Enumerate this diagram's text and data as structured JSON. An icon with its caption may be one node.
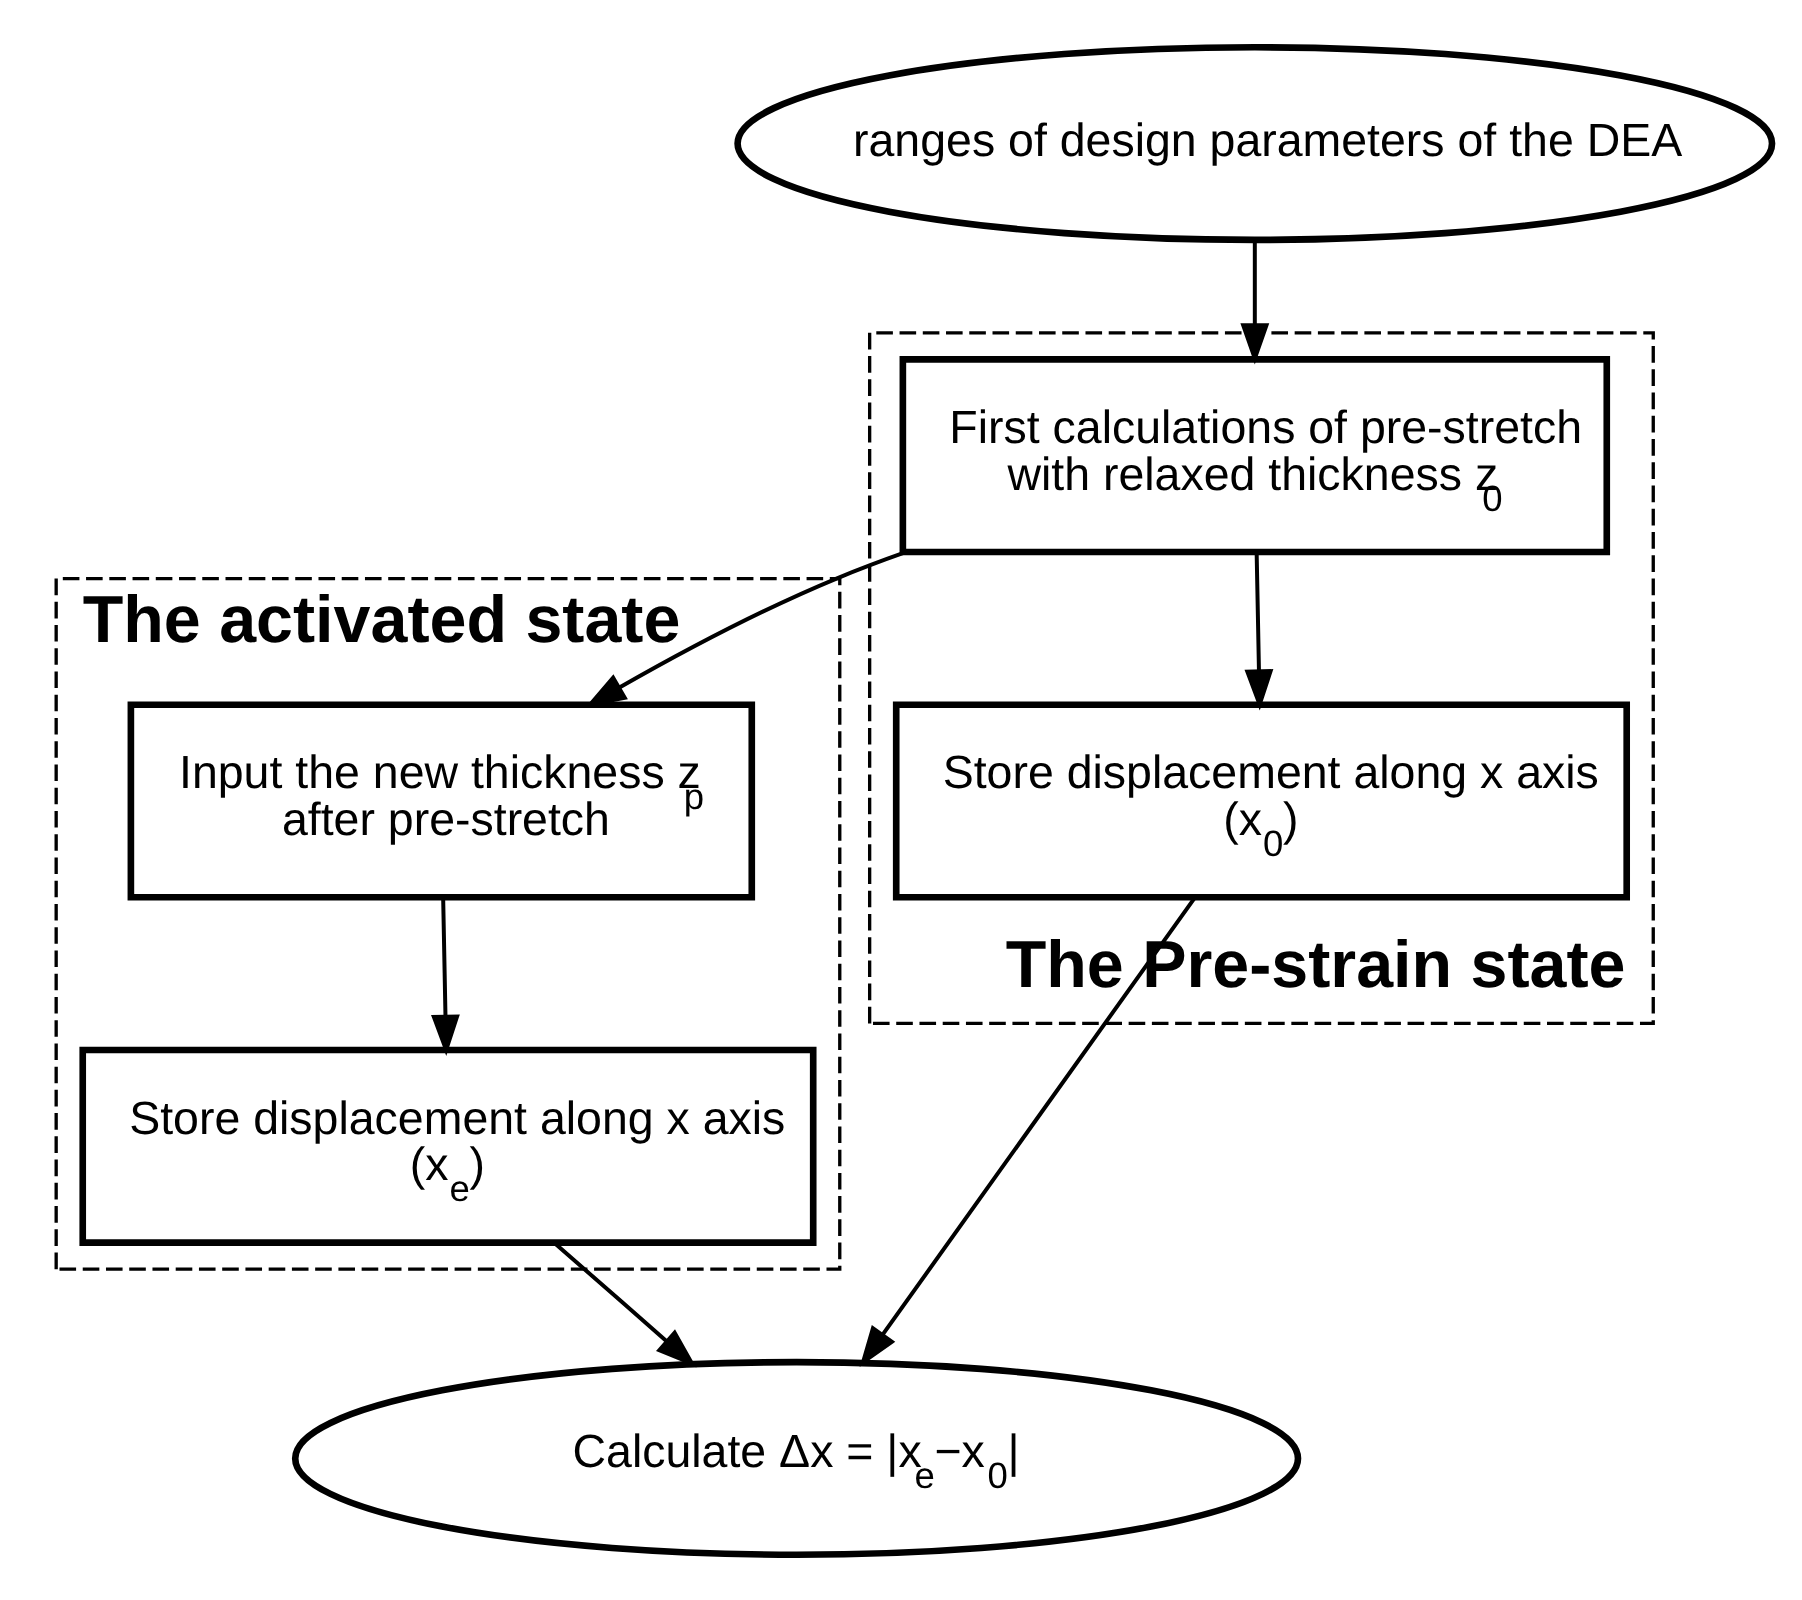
{
  "diagram": {
    "nodes": [
      {
        "text": [
          "ranges of design parameters of the DEA"
        ]
      },
      {
        "text": [
          "The Pre-strain state"
        ]
      },
      {
        "text": [
          "First calculations of pre-stretch with relaxed thickness z$_{0}$"
        ],
        "in": 1
      },
      {
        "text": [
          "The activated state"
        ]
      },
      {
        "text": [
          "Input the new thickness z$_{p}$ after pre-stretch"
        ],
        "in": 3
      },
      {
        "text": [
          "Store displacement along x axis (x$_{e}$)"
        ],
        "in": 3
      },
      {
        "text": [
          "Store displacement along x axis (x$_{0}$)"
        ],
        "in": 1
      },
      {
        "text": [
          "Calculate Δx = |x$_{e}$−x$_{0}$|"
        ]
      }
    ],
    "edges": [
      {
        "from": 0,
        "to": 2,
        "arrow": "to"
      },
      {
        "from": 2,
        "to": 4,
        "arrow": "to"
      },
      {
        "from": 2,
        "to": 6,
        "arrow": "to"
      },
      {
        "from": 4,
        "to": 5,
        "arrow": "to"
      },
      {
        "from": 5,
        "to": 7,
        "arrow": "to"
      },
      {
        "from": 6,
        "to": 7,
        "arrow": "to"
      }
    ]
  }
}
